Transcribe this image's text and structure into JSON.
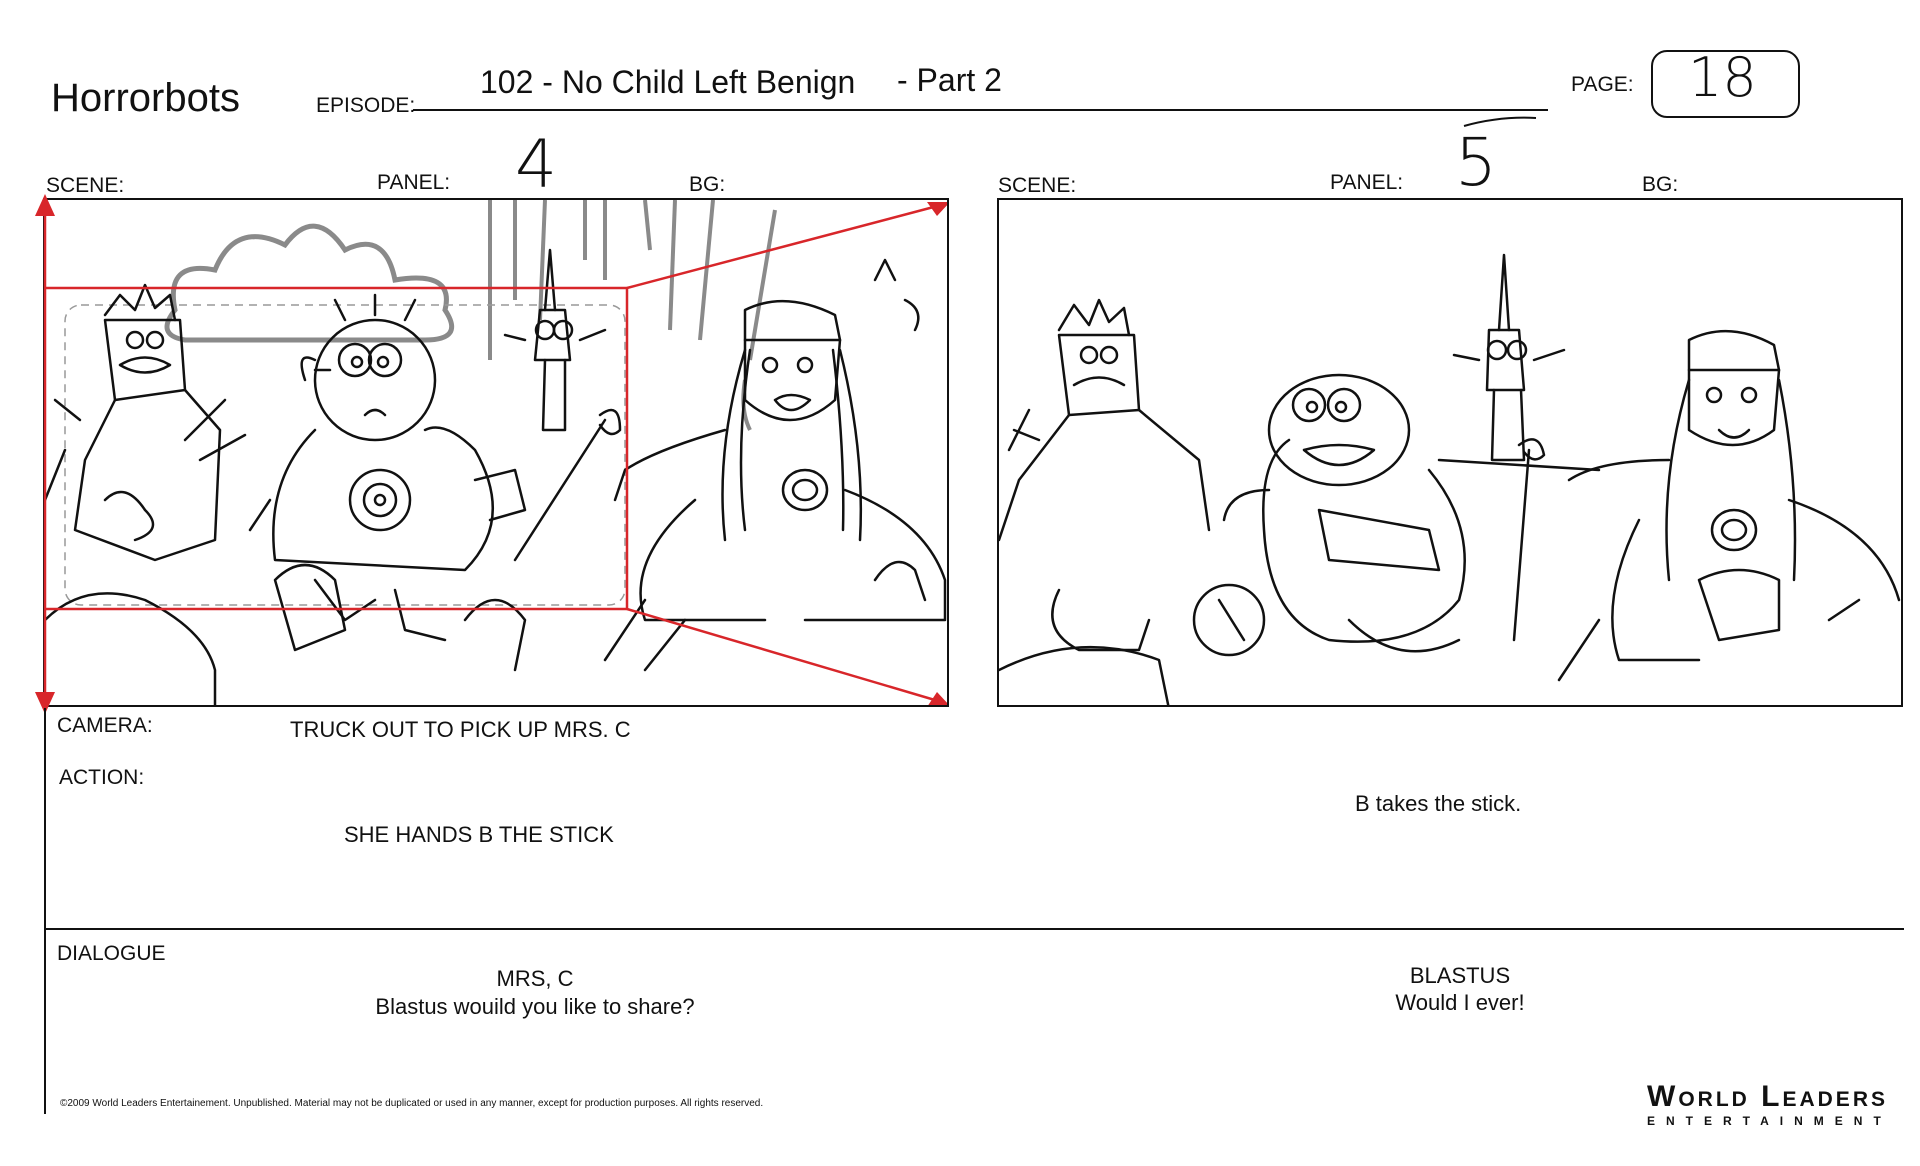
{
  "header": {
    "show_title": "Horrorbots",
    "episode_label": "EPISODE:",
    "episode_number": "102 - No Child Left Benign",
    "episode_part": "- Part 2",
    "page_label": "PAGE:",
    "page_number": "18"
  },
  "panels": [
    {
      "scene_label": "SCENE:",
      "panel_label": "PANEL:",
      "panel_number": "4",
      "bg_label": "BG:",
      "camera_text": "TRUCK OUT TO PICK UP MRS. C",
      "action_text": "SHE HANDS B THE STICK",
      "dialogue_character": "MRS, C",
      "dialogue_line": "Blastus wouild you like to share?"
    },
    {
      "scene_label": "SCENE:",
      "panel_label": "PANEL:",
      "panel_number": "5",
      "bg_label": "BG:",
      "camera_text": "",
      "action_text": "B takes the stick.",
      "dialogue_character": "BLASTUS",
      "dialogue_line": "Would I ever!"
    }
  ],
  "labels": {
    "camera": "CAMERA:",
    "action": "ACTION:",
    "dialogue": "DIALOGUE"
  },
  "footer": {
    "copyright": "©2009 World Leaders Entertainement.  Unpublished. Material may not be duplicated or used in any manner, except for production purposes. All rights reserved.",
    "logo_main": "World Leaders",
    "logo_sub": "ENTERTAINMENT"
  },
  "colors": {
    "camera_move": "#d8262a",
    "ink": "#111111",
    "pencil_gray": "#8a8a8a"
  }
}
